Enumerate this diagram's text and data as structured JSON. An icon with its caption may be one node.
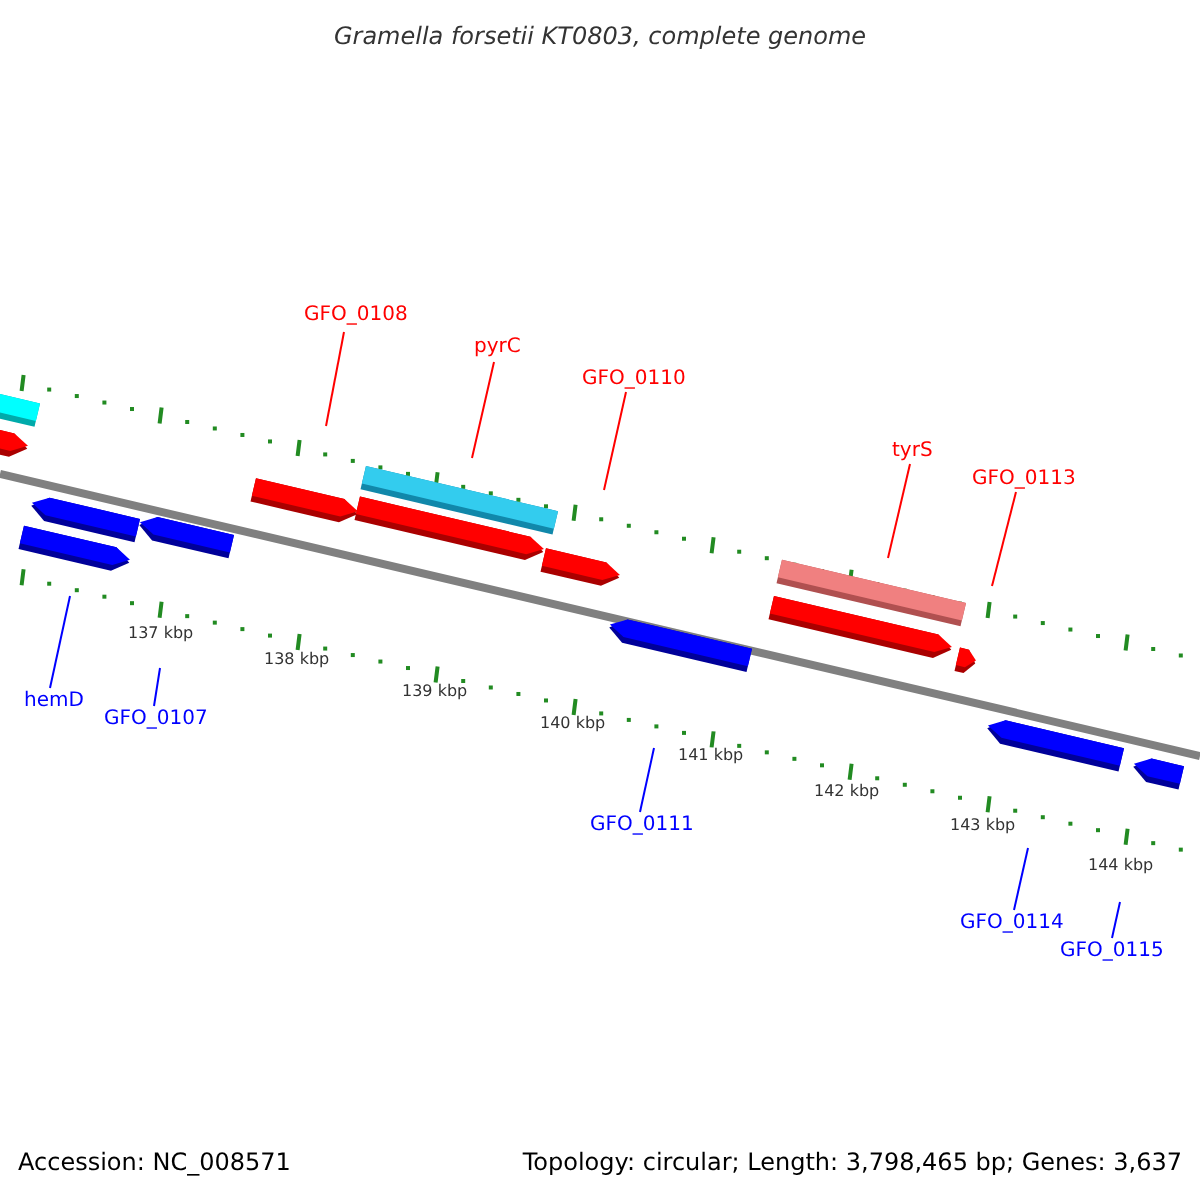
{
  "diagram": {
    "title": "Gramella forsetii KT0803, complete genome",
    "nodes": [
      {
        "text": [
          "GFO_0108"
        ]
      },
      {
        "text": [
          "pyrC"
        ]
      },
      {
        "text": [
          "GFO_0110"
        ]
      },
      {
        "text": [
          "tyrS"
        ]
      },
      {
        "text": [
          "GFO_0113"
        ]
      },
      {
        "text": [
          "hemD"
        ]
      },
      {
        "text": [
          "GFO_0107"
        ]
      },
      {
        "text": [
          "GFO_0111"
        ]
      },
      {
        "text": [
          "GFO_0114"
        ]
      },
      {
        "text": [
          "GFO_0115"
        ]
      }
    ],
    "edges": [
      {
        "from": 0,
        "to": null,
        "arrow": "none",
        "color": "#ff0000"
      },
      {
        "from": 1,
        "to": null,
        "arrow": "none",
        "color": "#ff0000"
      },
      {
        "from": 2,
        "to": null,
        "arrow": "none",
        "color": "#ff0000"
      },
      {
        "from": 3,
        "to": null,
        "arrow": "none",
        "color": "#ff0000"
      },
      {
        "from": 4,
        "to": null,
        "arrow": "none",
        "color": "#ff0000"
      },
      {
        "from": 5,
        "to": null,
        "arrow": "none",
        "color": "#0000ff"
      },
      {
        "from": 6,
        "to": null,
        "arrow": "none",
        "color": "#0000ff"
      },
      {
        "from": 7,
        "to": null,
        "arrow": "none",
        "color": "#0000ff"
      },
      {
        "from": 8,
        "to": null,
        "arrow": "none",
        "color": "#0000ff"
      },
      {
        "from": 9,
        "to": null,
        "arrow": "none",
        "color": "#0000ff"
      }
    ],
    "labels": [
      "137 kbp",
      "138 kbp",
      "139 kbp",
      "140 kbp",
      "141 kbp",
      "142 kbp",
      "143 kbp",
      "144 kbp",
      "Accession: NC_008571",
      "Topology: circular; Length: 3,798,465 bp; Genes: 3,637"
    ]
  }
}
